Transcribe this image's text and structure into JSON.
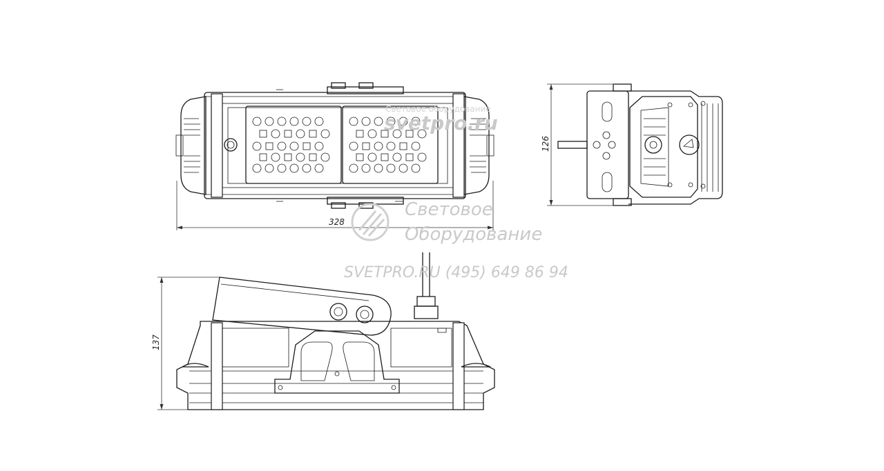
{
  "dimensions": {
    "length": "328",
    "height_side": "126",
    "height_front": "137"
  },
  "watermark": {
    "top_small": "Световое оборудование",
    "top_url": "svetpro.ru",
    "line1": "Световое",
    "line2": "Оборудование",
    "contact": "SVETPRO.RU  (495) 649 86 94"
  },
  "colors": {
    "line": "#1a1a1a",
    "watermark": "#c9c9c9",
    "background": "#ffffff"
  }
}
